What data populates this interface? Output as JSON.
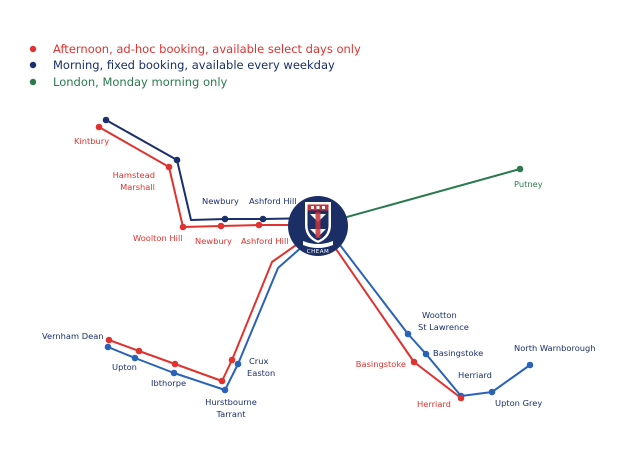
{
  "colors": {
    "afternoon": "#e0332f",
    "morning_navy": "#1a2f6b",
    "morning_blue": "#2a62b8",
    "london": "#2b7a4f",
    "hub": "#1b2e66"
  },
  "legend": {
    "afternoon": "Afternoon, ad-hoc booking, available select days only",
    "morning": "Morning, fixed booking, available every weekday",
    "london": "London, Monday morning only"
  },
  "hub": {
    "name": "CHEAM",
    "icon": "cheam-crest-icon"
  },
  "stops": {
    "kintbury": "Kintbury",
    "hamstead_marshall_1": "Hamstead",
    "hamstead_marshall_2": "Marshall",
    "woolton_hill": "Woolton Hill",
    "newbury_afternoon": "Newbury",
    "ashford_hill_afternoon": "Ashford Hill",
    "newbury_morning": "Newbury",
    "ashford_hill_morning": "Ashford Hill",
    "putney": "Putney",
    "vernham_dean": "Vernham Dean",
    "upton": "Upton",
    "ibthorpe": "Ibthorpe",
    "hurstbourne_tarrant_1": "Hurstbourne",
    "hurstbourne_tarrant_2": "Tarrant",
    "crux_easton_1": "Crux",
    "crux_easton_2": "Easton",
    "wootton_st_lawrence_1": "Wootton",
    "wootton_st_lawrence_2": "St Lawrence",
    "basingstoke_morning": "Basingstoke",
    "basingstoke_afternoon": "Basingstoke",
    "herriard_morning": "Herriard",
    "herriard_afternoon": "Herriard",
    "upton_grey": "Upton Grey",
    "north_warnborough": "North Warnborough"
  }
}
